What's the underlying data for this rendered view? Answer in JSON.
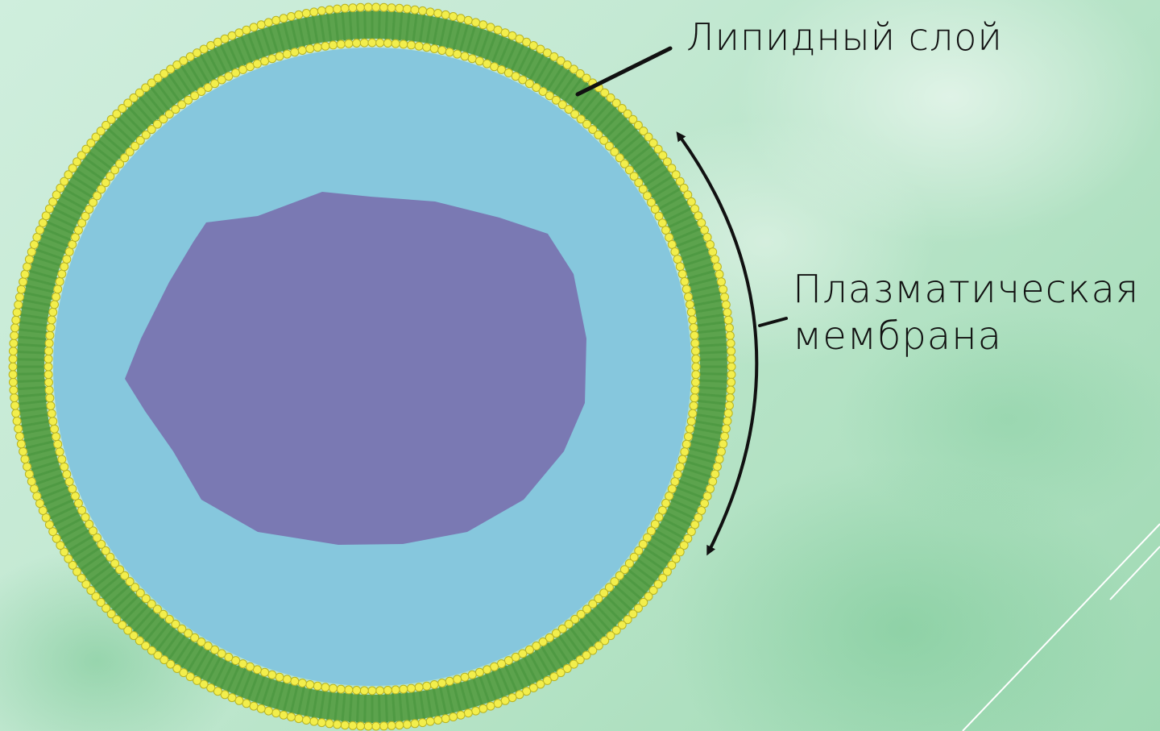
{
  "labels": {
    "lipid_layer": "Липидный слой",
    "plasma_membrane_line1": "Плазматическая",
    "plasma_membrane_line2": "мембрана"
  },
  "colors": {
    "cytoplasm": "#86c7dd",
    "nucleus": "#7a79b3",
    "lipid_tail": "#4f9a43",
    "lipid_head": "#f2ee4c",
    "lipid_head_edge": "#b8b322",
    "pointer_line": "#111111",
    "corner_decoration": "#ffffff"
  },
  "components": {
    "cell": "cell",
    "cytoplasm": "cytoplasm",
    "nucleus": "nucleus",
    "membrane": "lipid-bilayer"
  }
}
